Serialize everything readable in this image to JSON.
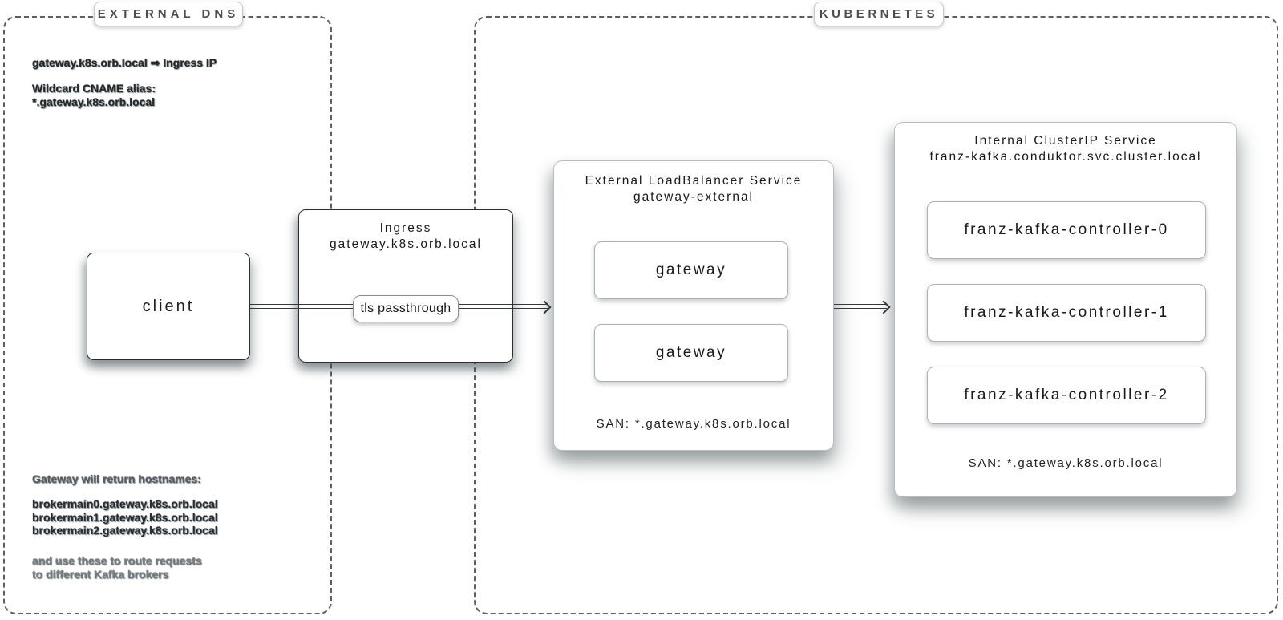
{
  "regions": {
    "external_dns": {
      "label": "EXTERNAL DNS"
    },
    "kubernetes": {
      "label": "KUBERNETES"
    }
  },
  "dns_notes": {
    "record": "gateway.k8s.orb.local ⇒ Ingress IP",
    "wildcard_title": "Wildcard CNAME alias:",
    "wildcard_value": "*.gateway.k8s.orb.local"
  },
  "gateway_notes": {
    "intro": "Gateway will return hostnames:",
    "hostnames": [
      "brokermain0.gateway.k8s.orb.local",
      "brokermain1.gateway.k8s.orb.local",
      "brokermain2.gateway.k8s.orb.local"
    ],
    "outro_line1": "and use these to route requests",
    "outro_line2": "to different Kafka brokers"
  },
  "nodes": {
    "client": {
      "label": "client"
    },
    "ingress": {
      "title": "Ingress",
      "subtitle": "gateway.k8s.orb.local",
      "badge": "tls passthrough"
    },
    "load_balancer": {
      "title": "External LoadBalancer Service",
      "subtitle": "gateway-external",
      "pods": [
        "gateway",
        "gateway"
      ],
      "san": "SAN: *.gateway.k8s.orb.local"
    },
    "cluster_ip": {
      "title": "Internal ClusterIP Service",
      "subtitle": "franz-kafka.conduktor.svc.cluster.local",
      "pods": [
        "franz-kafka-controller-0",
        "franz-kafka-controller-1",
        "franz-kafka-controller-2"
      ],
      "san": "SAN: *.gateway.k8s.orb.local"
    }
  },
  "colors": {
    "background": "#ffffff",
    "node_border_dark": "#2a2d2f",
    "node_border_light": "#aeb1b3",
    "dash_border": "#5c6063",
    "connector": "#33383b",
    "text_primary": "#1d2022",
    "text_muted": "#5f676c"
  }
}
